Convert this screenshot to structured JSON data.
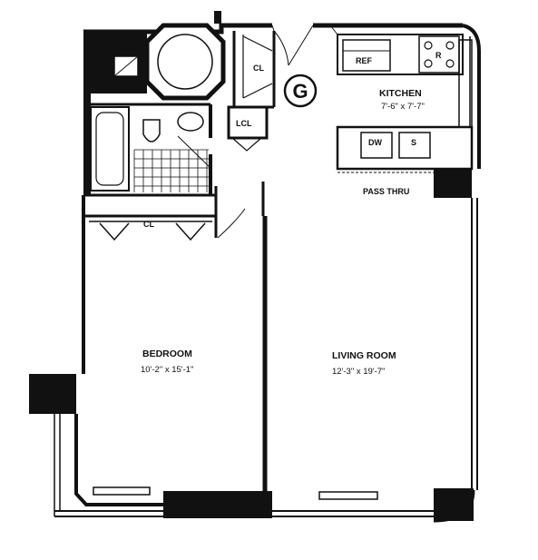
{
  "plan": {
    "unit_label": "G",
    "rooms": {
      "kitchen": {
        "name": "KITCHEN",
        "dims": "7'-6\" x 7'-7\""
      },
      "bedroom": {
        "name": "BEDROOM",
        "dims": "10'-2\" x 15'-1\""
      },
      "living": {
        "name": "LIVING ROOM",
        "dims": "12'-3\" x 19'-7\""
      }
    },
    "labels": {
      "closet_top": "CL",
      "linen_closet": "LCL",
      "closet_bedroom": "CL",
      "refrigerator": "REF",
      "range": "R",
      "dishwasher": "DW",
      "sink": "S",
      "pass_thru": "PASS THRU"
    }
  }
}
